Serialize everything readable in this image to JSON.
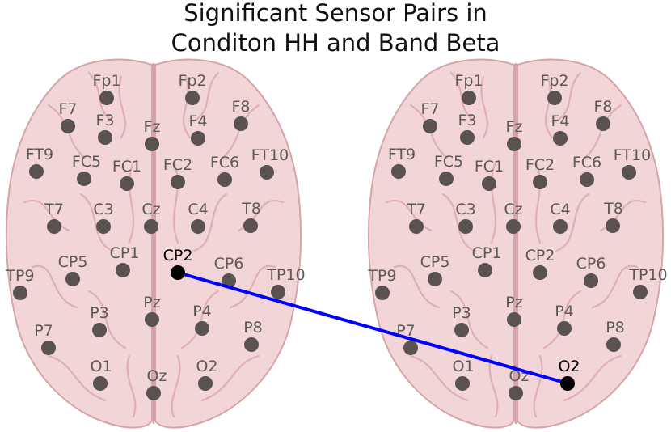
{
  "title": {
    "line1": "Significant Sensor Pairs in",
    "line2": "Conditon HH and Band Beta"
  },
  "colors": {
    "brain_fill": "#f1d5d7",
    "brain_fold": "#dfb0b3",
    "brain_outline": "#d6a3a7",
    "electrode": "#5a5151",
    "electrode_label": "#5e5858",
    "highlight_electrode": "#000000",
    "highlight_label": "#000000",
    "connection": "#0000ff"
  },
  "electrodes": [
    {
      "name": "Fp1"
    },
    {
      "name": "Fp2"
    },
    {
      "name": "F7"
    },
    {
      "name": "F3"
    },
    {
      "name": "Fz"
    },
    {
      "name": "F4"
    },
    {
      "name": "F8"
    },
    {
      "name": "FT9"
    },
    {
      "name": "FC5"
    },
    {
      "name": "FC1"
    },
    {
      "name": "FC2"
    },
    {
      "name": "FC6"
    },
    {
      "name": "FT10"
    },
    {
      "name": "T7"
    },
    {
      "name": "C3"
    },
    {
      "name": "Cz"
    },
    {
      "name": "C4"
    },
    {
      "name": "T8"
    },
    {
      "name": "TP9"
    },
    {
      "name": "CP5"
    },
    {
      "name": "CP1"
    },
    {
      "name": "CP2"
    },
    {
      "name": "CP6"
    },
    {
      "name": "TP10"
    },
    {
      "name": "P7"
    },
    {
      "name": "P3"
    },
    {
      "name": "Pz"
    },
    {
      "name": "P4"
    },
    {
      "name": "P8"
    },
    {
      "name": "O1"
    },
    {
      "name": "Oz"
    },
    {
      "name": "O2"
    }
  ],
  "connections": [
    {
      "from_head": "left",
      "from": "CP2",
      "to_head": "right",
      "to": "O2"
    }
  ]
}
